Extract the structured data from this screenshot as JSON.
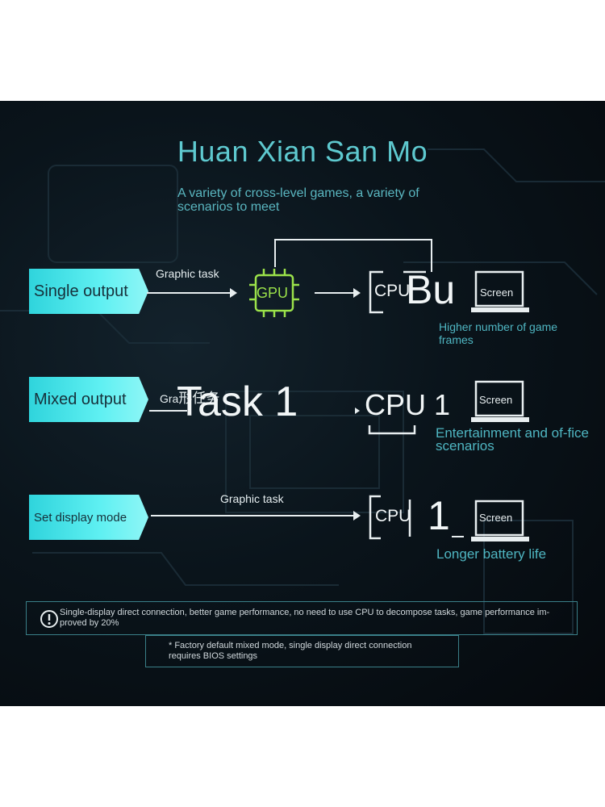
{
  "title": "Huan Xian San Mo",
  "subtitle": "A variety of cross-level games, a variety of scenarios to meet",
  "rows": {
    "single": {
      "label": "Single output",
      "task_label": "Graphic task",
      "gpu_text": "GPU",
      "cpu_text": "CPU",
      "big_text": "Bu",
      "screen_text": "Screen",
      "note": "Higher number of game frames"
    },
    "mixed": {
      "label": "Mixed output",
      "task_label": "Gra",
      "task_label_cn": "形任务",
      "big_text": "Task 1",
      "cpu_text": "CPU 1",
      "screen_text": "Screen",
      "note": "Entertainment and of-fice scenarios"
    },
    "set": {
      "label": "Set display mode",
      "task_label": "Graphic task",
      "cpu_text": "CPU",
      "big_text": "1",
      "screen_text": "Screen",
      "note": "Longer battery life"
    }
  },
  "info": {
    "main_text": "Single-display direct connection, better game performance, no need to use CPU to decompose tasks, game performance im-proved by 20%",
    "footnote": "* Factory default mixed mode, single display direct connection requires BIOS settings"
  },
  "colors": {
    "accent": "#5ec9cf",
    "gpu": "#9be24a",
    "label_bg": "#45e4e8"
  }
}
